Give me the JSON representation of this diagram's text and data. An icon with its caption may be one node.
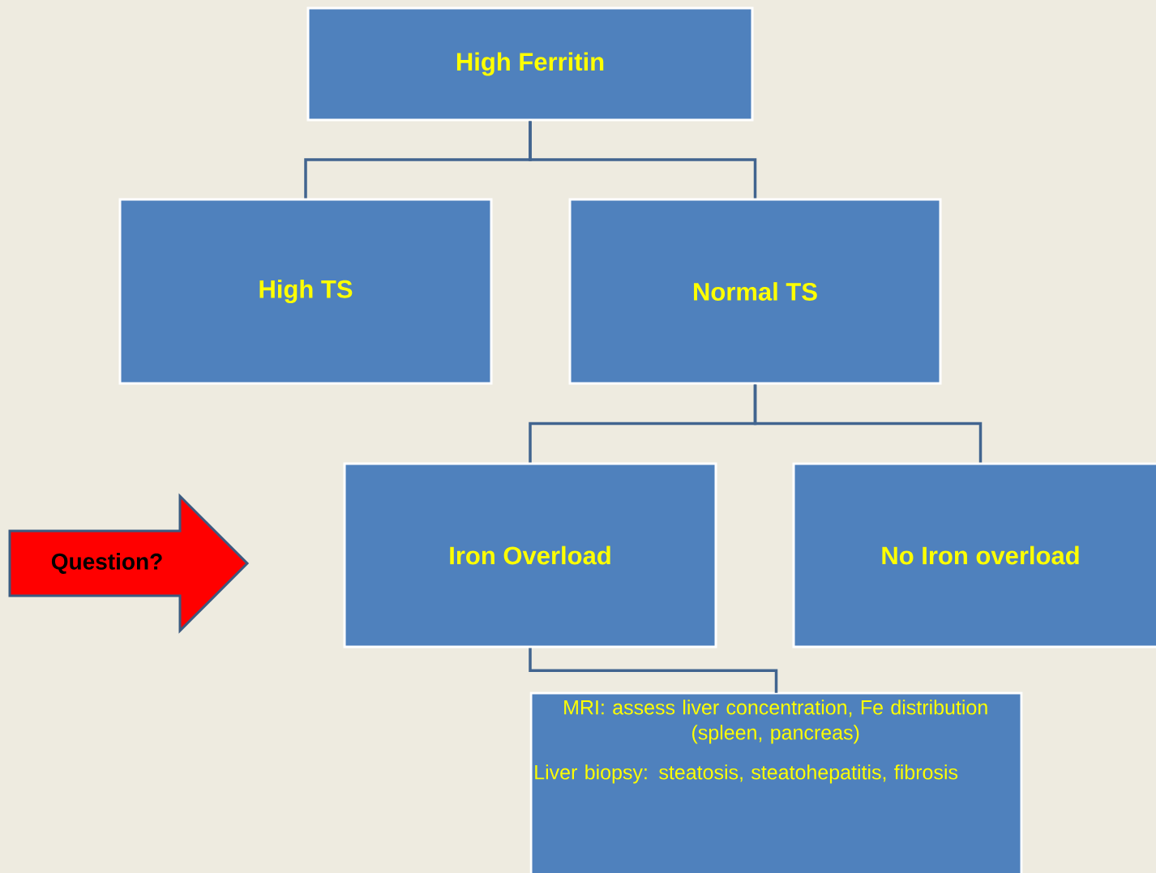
{
  "diagram": {
    "nodes": [
      {
        "text": [
          "High Ferritin"
        ]
      },
      {
        "text": [
          "High TS"
        ]
      },
      {
        "text": [
          "Normal TS"
        ]
      },
      {
        "text": [
          "Question?"
        ]
      },
      {
        "text": [
          "Iron Overload"
        ]
      },
      {
        "text": [
          "No Iron overload"
        ]
      },
      {
        "text": [
          "MRI: assess liver concentration, Fe distribution (spleen, pancreas)",
          "Liver biopsy: steatosis, steatohepatitis, fibrosis"
        ]
      }
    ],
    "edges": [
      {
        "from": 0,
        "to": 1,
        "arrow": "none"
      },
      {
        "from": 0,
        "to": 2,
        "arrow": "none"
      },
      {
        "from": 2,
        "to": 4,
        "arrow": "none"
      },
      {
        "from": 2,
        "to": 5,
        "arrow": "none"
      },
      {
        "from": 4,
        "to": 6,
        "arrow": "none"
      }
    ]
  }
}
